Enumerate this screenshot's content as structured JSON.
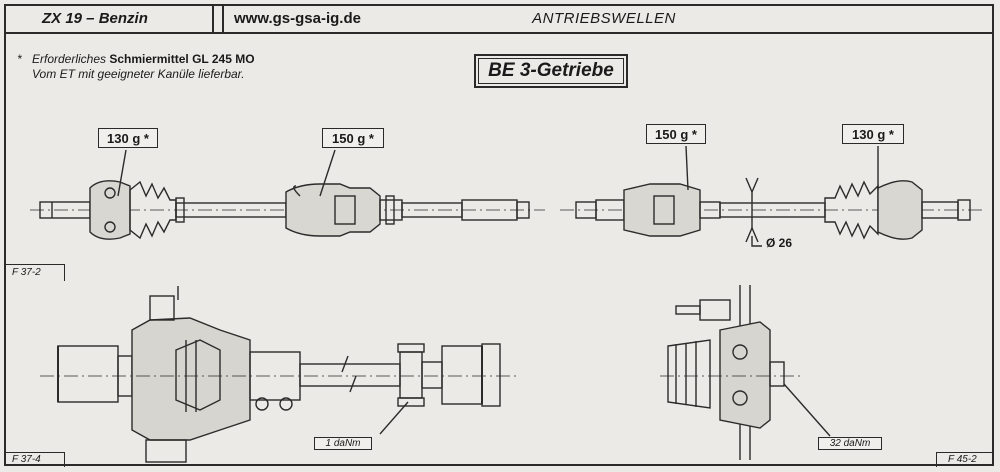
{
  "header": {
    "model": "ZX 19 – Benzin",
    "website": "www.gs-gsa-ig.de",
    "section": "ANTRIEBSWELLEN"
  },
  "note": {
    "star": "*",
    "line1_prefix": "Erforderliches ",
    "line1_bold": "Schmiermittel GL 245 MO",
    "line2": "Vom ET mit geeigneter Kanüle lieferbar."
  },
  "gearbox_title": "BE 3-Getriebe",
  "tags": {
    "left_outer": "130 g *",
    "left_inner": "150 g *",
    "right_inner": "150 g *",
    "right_outer": "130 g *"
  },
  "diameter": "Ø 26",
  "torques": {
    "nut": "1 daNm",
    "hub": "32 daNm"
  },
  "figures": {
    "f37_2": "F 37-2",
    "f37_4": "F 37-4",
    "f45_2": "F 45-2"
  }
}
